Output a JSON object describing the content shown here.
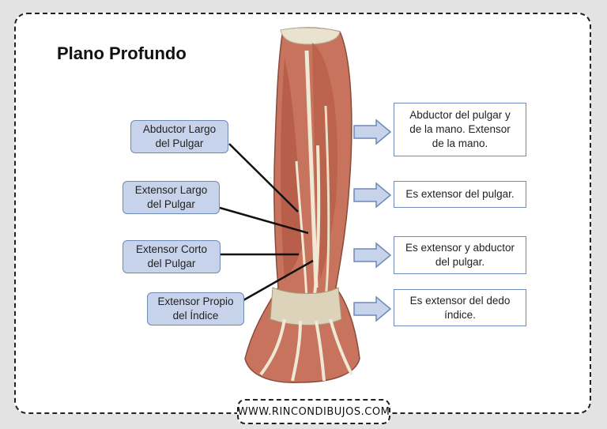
{
  "title": "Plano Profundo",
  "muscles": [
    {
      "line1": "Abductor Largo",
      "line2": "del Pulgar"
    },
    {
      "line1": "Extensor Largo",
      "line2": "del Pulgar"
    },
    {
      "line1": "Extensor Corto",
      "line2": "del Pulgar"
    },
    {
      "line1": "Extensor Propio",
      "line2": "del Índice"
    }
  ],
  "descriptions": [
    {
      "lines": [
        "Abductor del pulgar y",
        "de la mano. Extensor",
        "de la mano."
      ]
    },
    {
      "lines": [
        "Es extensor del pulgar."
      ]
    },
    {
      "lines": [
        "Es extensor y abductor",
        "del pulgar."
      ]
    },
    {
      "lines": [
        "Es extensor del dedo",
        "índice."
      ]
    }
  ],
  "footer": {
    "text": "WWW.RINCONDIBUJOS.COM"
  },
  "colors": {
    "label_fill": "#c7d3ea",
    "label_border": "#6f89b8",
    "arrow_fill": "#c7d3ea"
  }
}
